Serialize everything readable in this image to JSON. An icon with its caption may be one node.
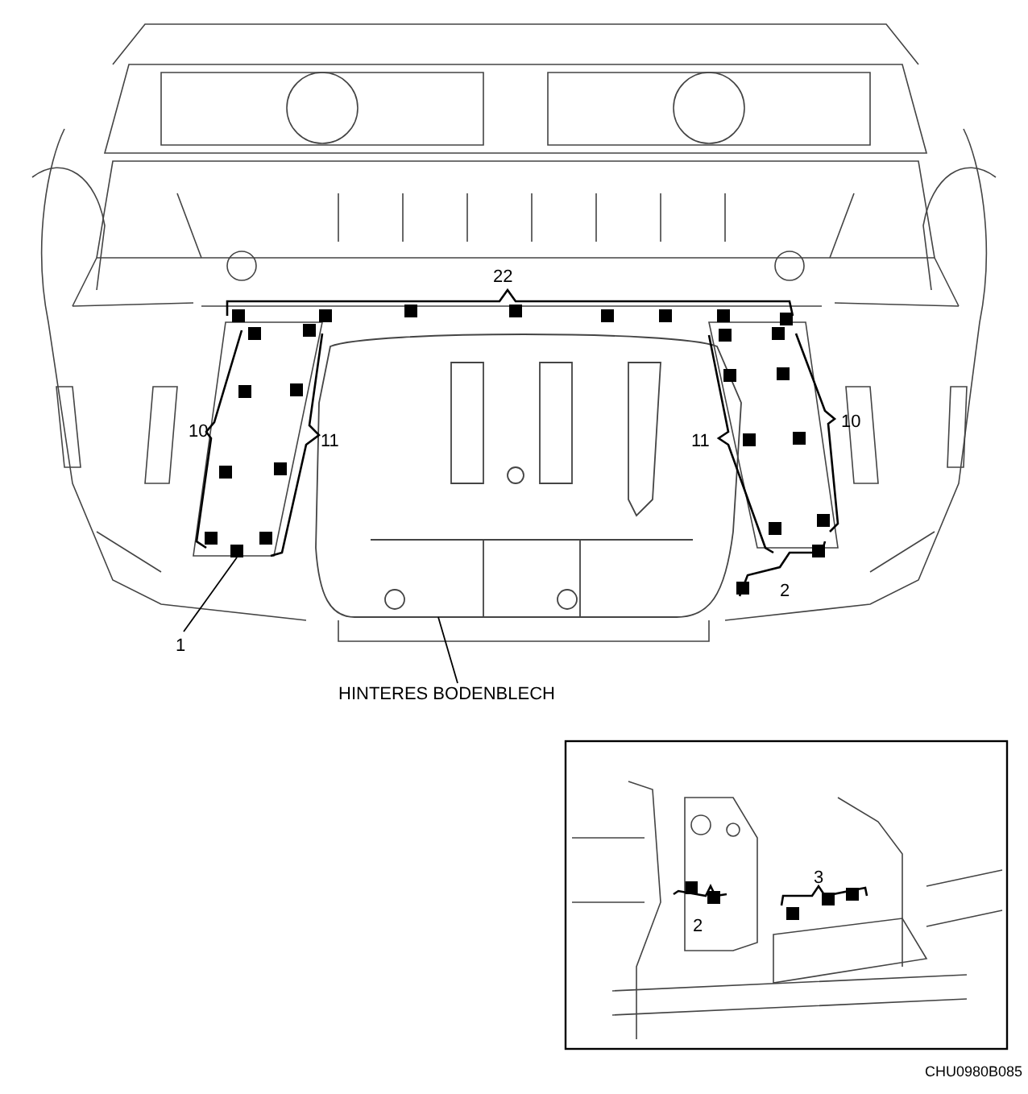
{
  "diagram": {
    "nodes": [
      {
        "text": [
          "1"
        ]
      },
      {
        "text": [],
        "shape": "box"
      },
      {
        "text": [
          "HINTERES BODENBLECH"
        ]
      },
      {
        "text": [],
        "shape": "picture"
      }
    ],
    "edges": [
      {
        "from": 0,
        "to": 1,
        "arrow": "none"
      },
      {
        "from": 2,
        "to": 3,
        "arrow": "none"
      }
    ],
    "labels": [
      "22",
      "10",
      "11",
      "11",
      "10",
      "2",
      "3",
      "2",
      "CHU0980B085"
    ]
  }
}
